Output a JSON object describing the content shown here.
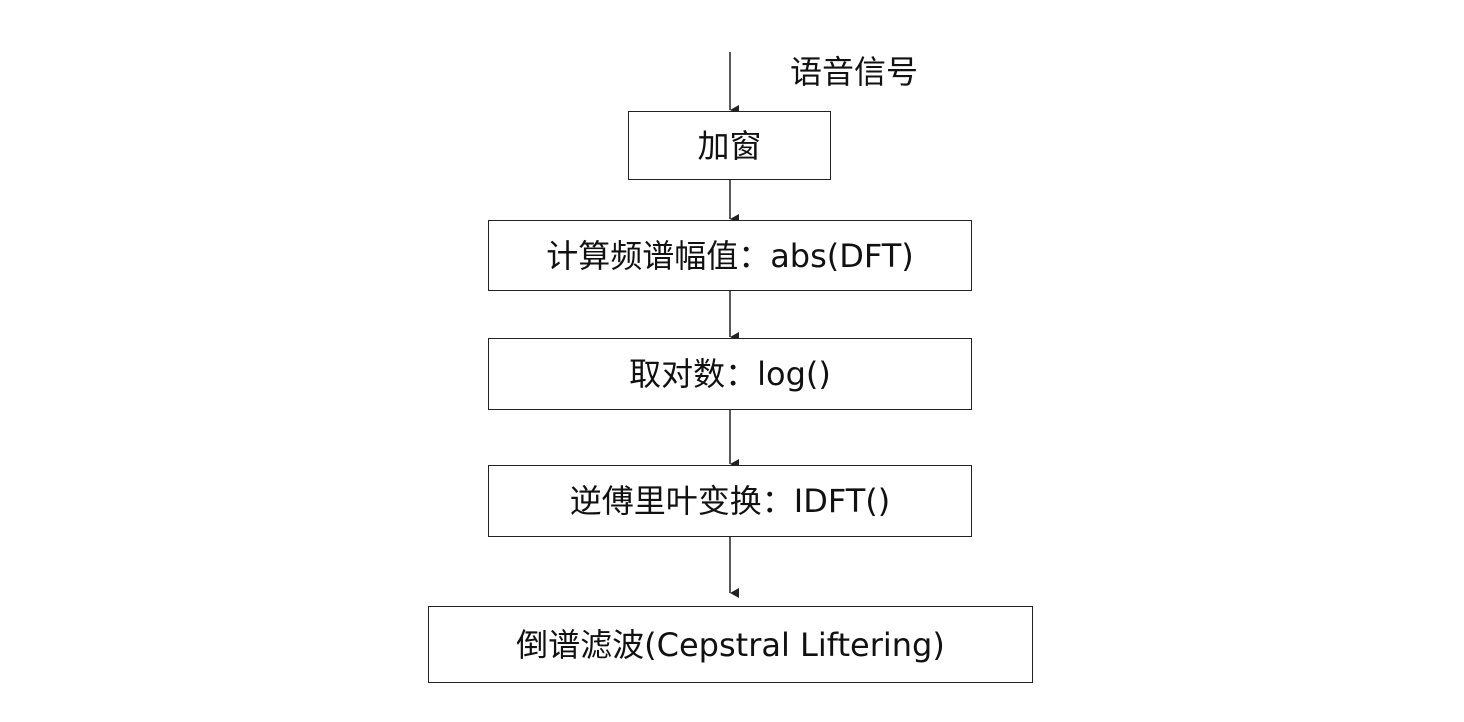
{
  "diagram": {
    "input_label": "语音信号",
    "steps": [
      {
        "label": "加窗"
      },
      {
        "label": "计算频谱幅值：abs(DFT)"
      },
      {
        "label": "取对数：log()"
      },
      {
        "label": "逆傅里叶变换：IDFT()"
      },
      {
        "label": "倒谱滤波(Cepstral Liftering)"
      }
    ]
  },
  "colors": {
    "line": "#222222",
    "text": "#111111",
    "background": "#ffffff"
  }
}
